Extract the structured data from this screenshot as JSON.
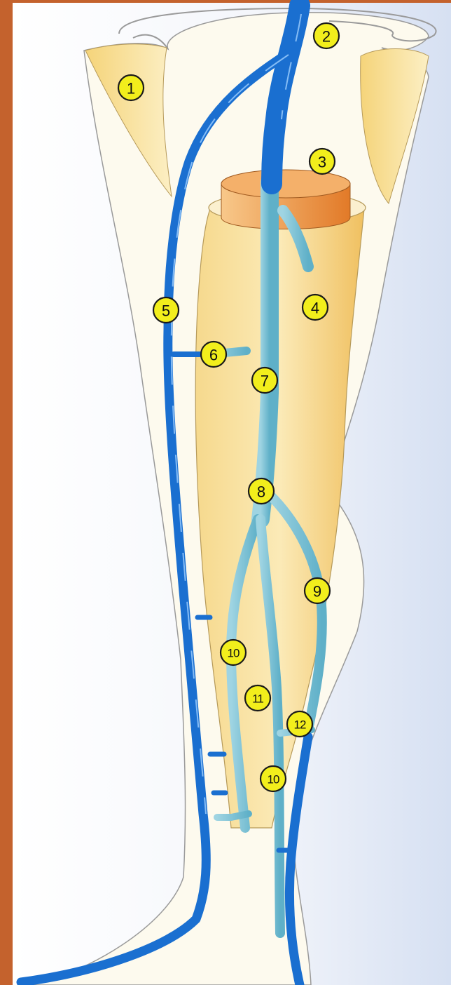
{
  "image": {
    "subject": "leg-venous-system",
    "colors": {
      "frame_background": "#c4622d",
      "panel_background": "#dfe6f4",
      "limb_outline": "#f7f2dc",
      "tissue_yellow": "#f3cc6e",
      "muscle_orange": "#e88a36",
      "superficial_vein": "#1a73d6",
      "deep_vein": "#7fc3d6",
      "callout_fill": "#f2ee1c"
    }
  },
  "callouts": [
    {
      "id": "1",
      "label": "1"
    },
    {
      "id": "2",
      "label": "2"
    },
    {
      "id": "3",
      "label": "3"
    },
    {
      "id": "4",
      "label": "4"
    },
    {
      "id": "5",
      "label": "5"
    },
    {
      "id": "6",
      "label": "6"
    },
    {
      "id": "7",
      "label": "7"
    },
    {
      "id": "8",
      "label": "8"
    },
    {
      "id": "9",
      "label": "9"
    },
    {
      "id": "10a",
      "label": "10"
    },
    {
      "id": "11",
      "label": "11"
    },
    {
      "id": "12",
      "label": "12"
    },
    {
      "id": "10b",
      "label": "10"
    }
  ]
}
